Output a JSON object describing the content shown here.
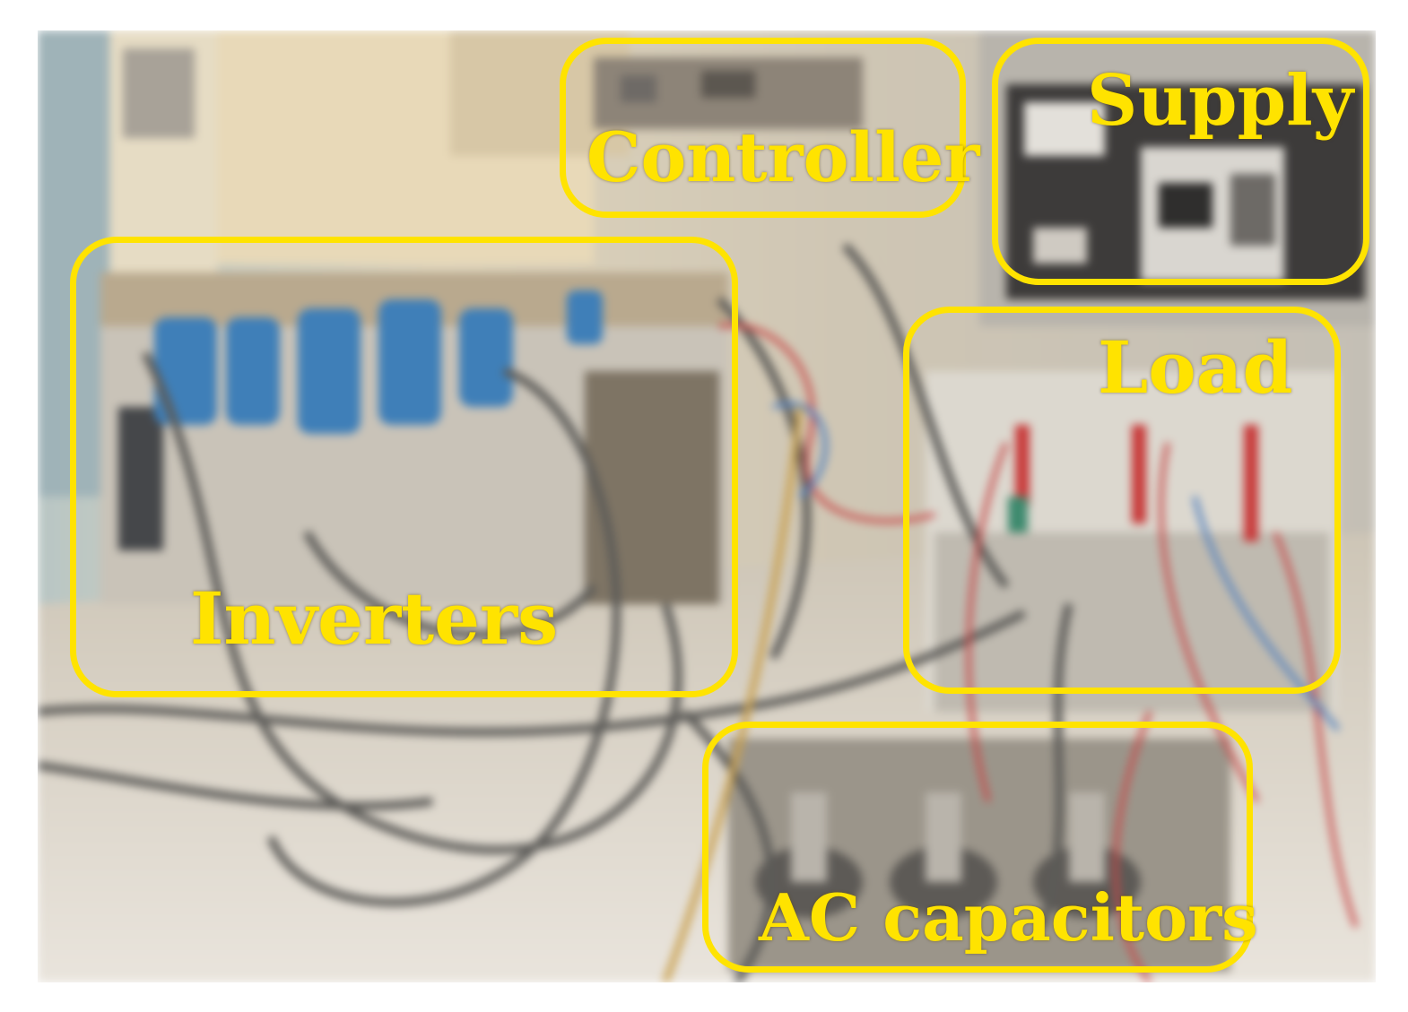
{
  "photo": {
    "subject": "laboratory test bench with inverters, controller, power supply, load and AC capacitors",
    "highlight_color": "#ffe300"
  },
  "labels": {
    "controller": "Controller",
    "supply": "Supply",
    "inverters": "Inverters",
    "load": "Load",
    "ac_capacitors": "AC capacitors"
  }
}
